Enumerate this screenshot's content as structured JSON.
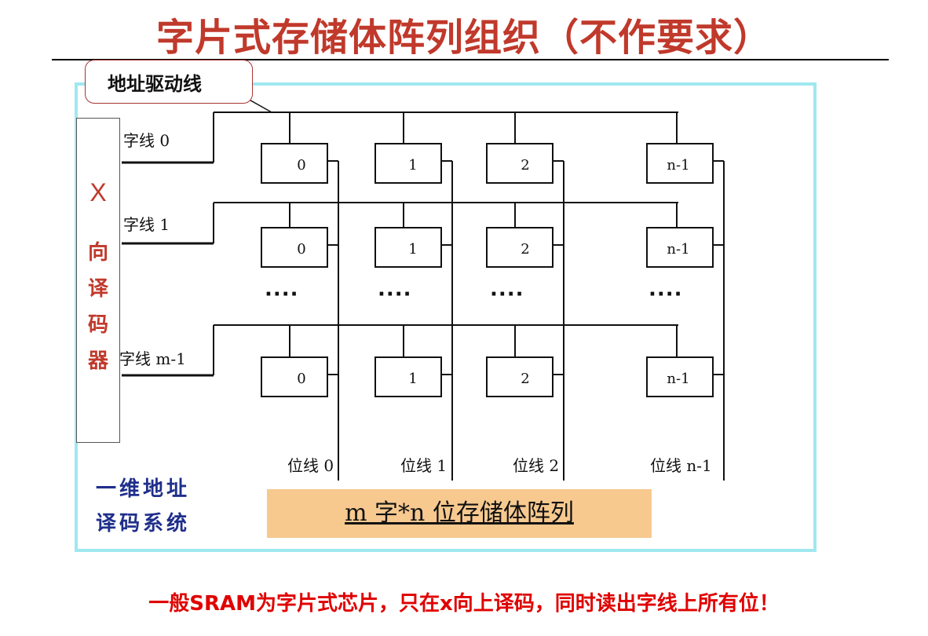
{
  "title": "字片式存储体阵列组织（不作要求）",
  "callout": "地址驱动线",
  "decoder": {
    "x": "X",
    "chars": [
      "向",
      "译",
      "码",
      "器"
    ]
  },
  "word_lines": [
    "字线 0",
    "字线 1",
    "字线 m-1"
  ],
  "cells": [
    "0",
    "1",
    "2",
    "n-1"
  ],
  "ellipsis": "····",
  "bit_lines": [
    "位线 0",
    "位线 1",
    "位线 2",
    "位线 n-1"
  ],
  "one_dim_label": [
    "一维地址",
    "译码系统"
  ],
  "array_label": "m 字*n 位存储体阵列",
  "footer": "一般SRAM为字片式芯片，只在x向上译码，同时读出字线上所有位！"
}
